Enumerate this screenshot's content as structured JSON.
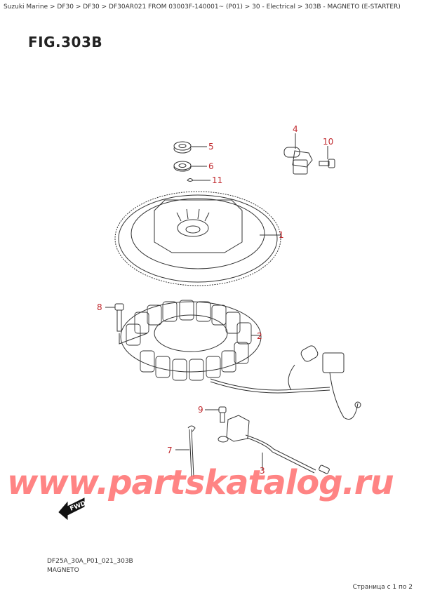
{
  "breadcrumb": {
    "text": "Suzuki Marine > DF30 > DF30 > DF30AR021 FROM 03003F-140001~ (P01) > 30 - Electrical > 303B - MAGNETO (E-STARTER)",
    "items": [
      "Suzuki Marine",
      "DF30",
      "DF30",
      "DF30AR021 FROM 03003F-140001~ (P01)",
      "30 - Electrical",
      "303B - MAGNETO (E-STARTER)"
    ]
  },
  "figure": {
    "title": "FIG.303B",
    "code": "DF25A_30A_P01_021_303B",
    "name": "MAGNETO",
    "direction_label": "FWD"
  },
  "callouts": [
    {
      "num": "1",
      "part": "flywheel"
    },
    {
      "num": "2",
      "part": "stator"
    },
    {
      "num": "3",
      "part": "pulser-coil-harness"
    },
    {
      "num": "4",
      "part": "sensor"
    },
    {
      "num": "5",
      "part": "nut"
    },
    {
      "num": "6",
      "part": "washer"
    },
    {
      "num": "7",
      "part": "cable-tie"
    },
    {
      "num": "8",
      "part": "bolt"
    },
    {
      "num": "9",
      "part": "bolt"
    },
    {
      "num": "10",
      "part": "bolt"
    },
    {
      "num": "11",
      "part": "key"
    }
  ],
  "watermark": "www.partskatalog.ru",
  "pagination": {
    "text": "Страница с 1 по 2",
    "current": 1,
    "total": 2
  },
  "colors": {
    "callout": "#c0282d",
    "watermark": "#ff6f6f",
    "line": "#333333"
  }
}
